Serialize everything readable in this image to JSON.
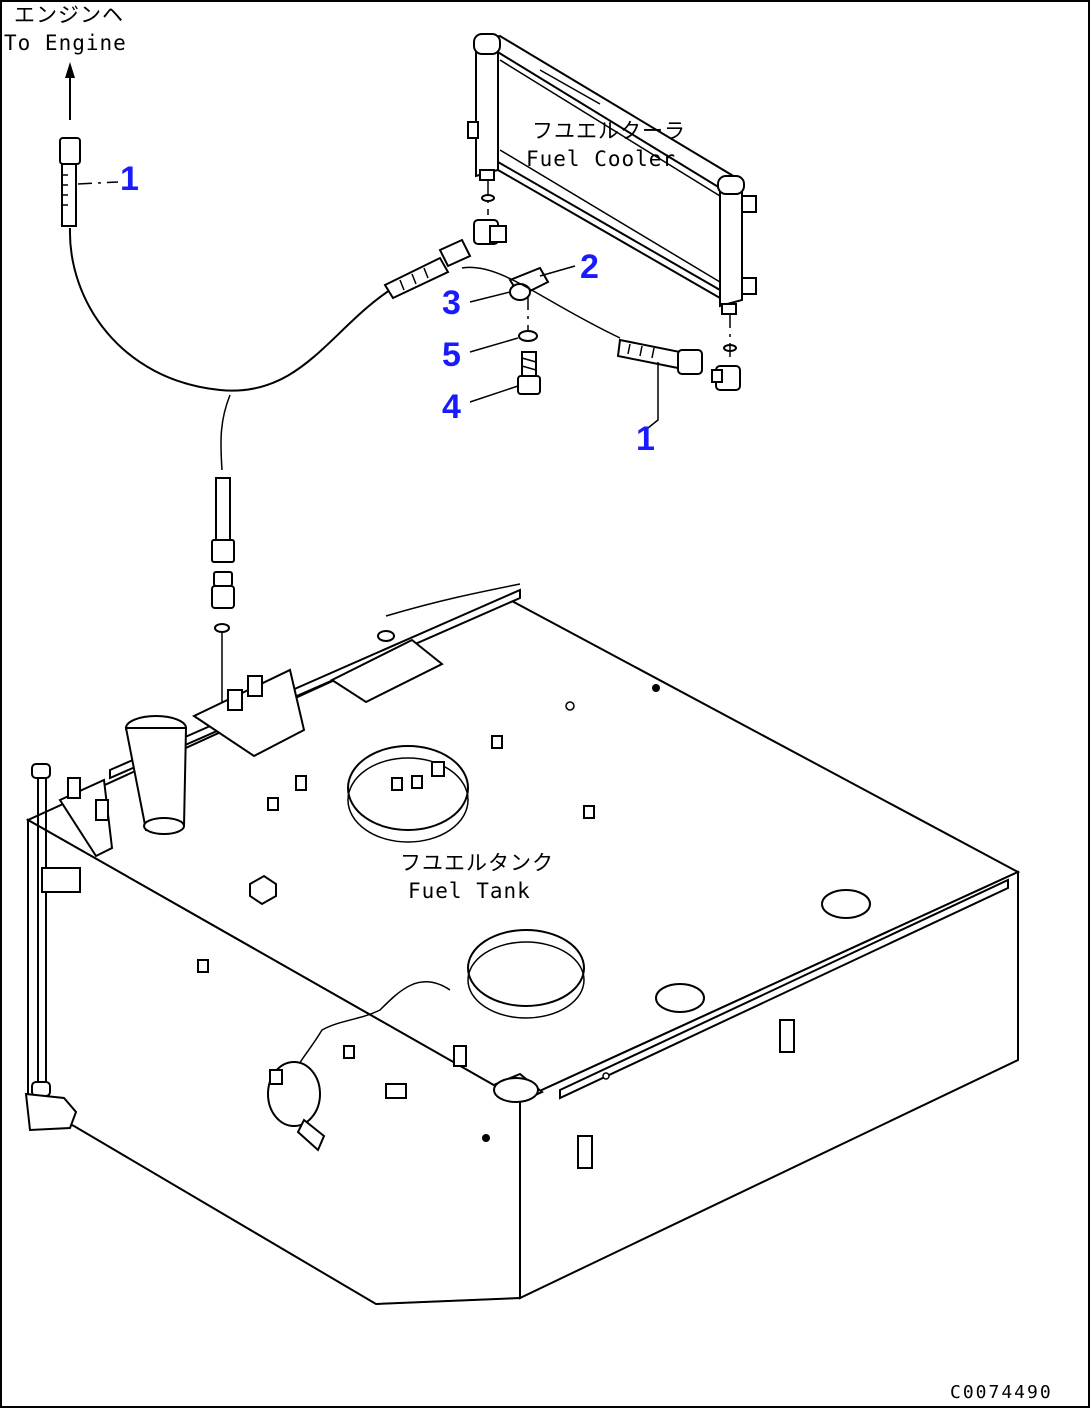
{
  "labels": {
    "engine_jp": "エンジンヘ",
    "engine_en": "To Engine",
    "cooler_jp": "フユエルクーラ",
    "cooler_en": "Fuel Cooler",
    "tank_jp": "フユエルタンク",
    "tank_en": "Fuel Tank"
  },
  "callouts": {
    "hose_upper": "1",
    "clamp": "2",
    "cushion": "3",
    "bolt": "4",
    "washer": "5",
    "hose_lower": "1"
  },
  "figure_code": "C0074490"
}
